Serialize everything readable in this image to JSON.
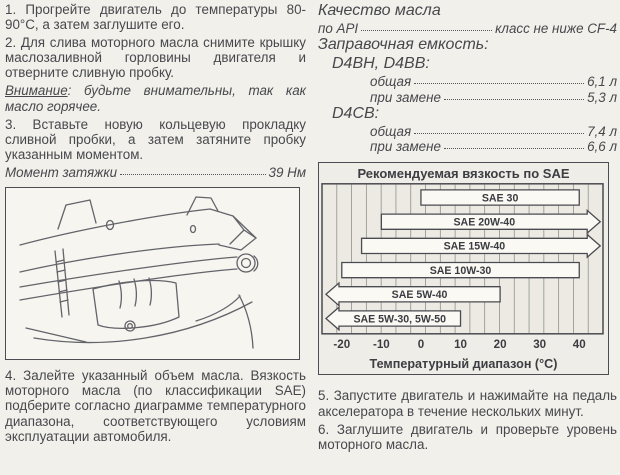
{
  "left": {
    "step1": "1. Прогрейте двигатель до температуры 80-90°C, а затем заглушите его.",
    "step2": "2. Для слива моторного масла снимите крышку маслозаливной горловины двигателя и отверните сливную пробку.",
    "warning": {
      "label": "Внимание",
      "text": ": будьте внимательны, так как масло горячее."
    },
    "step3": "3. Вставьте новую кольцевую прокладку сливной пробки, а затем затяните пробку указанным моментом.",
    "torque": {
      "label": "Момент затяжки",
      "value": "39 Нм"
    },
    "step4": "4. Залейте указанный объем масла. Вязкость моторного масла (по классификации SAE) подберите согласно диаграмме температурного диапазона, соответствующего условиям эксплуатации автомобиля."
  },
  "right": {
    "quality": {
      "line1": "Качество масла",
      "api_label": "по API",
      "api_value": "класс не ниже CF-4"
    },
    "capacity": {
      "heading": "Заправочная емкость:",
      "groups": [
        {
          "name": "D4BH, D4BB:",
          "rows": [
            {
              "label": "общая",
              "value": "6,1 л"
            },
            {
              "label": "при замене",
              "value": "5,3 л"
            }
          ]
        },
        {
          "name": "D4CB:",
          "rows": [
            {
              "label": "общая",
              "value": "7,4 л"
            },
            {
              "label": "при замене",
              "value": "6,6 л"
            }
          ]
        }
      ]
    },
    "step5": "5. Запустите двигатель и нажимайте на педаль акселератора в течение нескольких минут.",
    "step6": "6. Заглушите двигатель и проверьте уровень моторного масла."
  },
  "chart_data": {
    "type": "bar",
    "title": "Рекомендуемая вязкость по SAE",
    "xlabel": "Температурный диапазон (°C)",
    "x_ticks": [
      -20,
      -10,
      0,
      10,
      20,
      30,
      40
    ],
    "xlim": [
      -25,
      46
    ],
    "grid_divisions": 19,
    "grid": true,
    "legend": "none",
    "bars": [
      {
        "label": "SAE 30",
        "from": 0,
        "to": 40,
        "arrow": "none"
      },
      {
        "label": "SAE 20W-40",
        "from": -10,
        "to": 45.3,
        "arrow": "right"
      },
      {
        "label": "SAE 15W-40",
        "from": -15,
        "to": 45.3,
        "arrow": "right"
      },
      {
        "label": "SAE 10W-30",
        "from": -20,
        "to": 40,
        "arrow": "none"
      },
      {
        "label": "SAE 5W-40",
        "from": -24,
        "to": 20,
        "arrow": "left"
      },
      {
        "label": "SAE 5W-30, 5W-50",
        "from": -24,
        "to": 10,
        "arrow": "left"
      }
    ],
    "colors": {
      "bar_fill": "#faf9f4",
      "bar_stroke": "#4a4b50",
      "plot_bg": "#eceae3",
      "gridline": "#90918c"
    }
  }
}
